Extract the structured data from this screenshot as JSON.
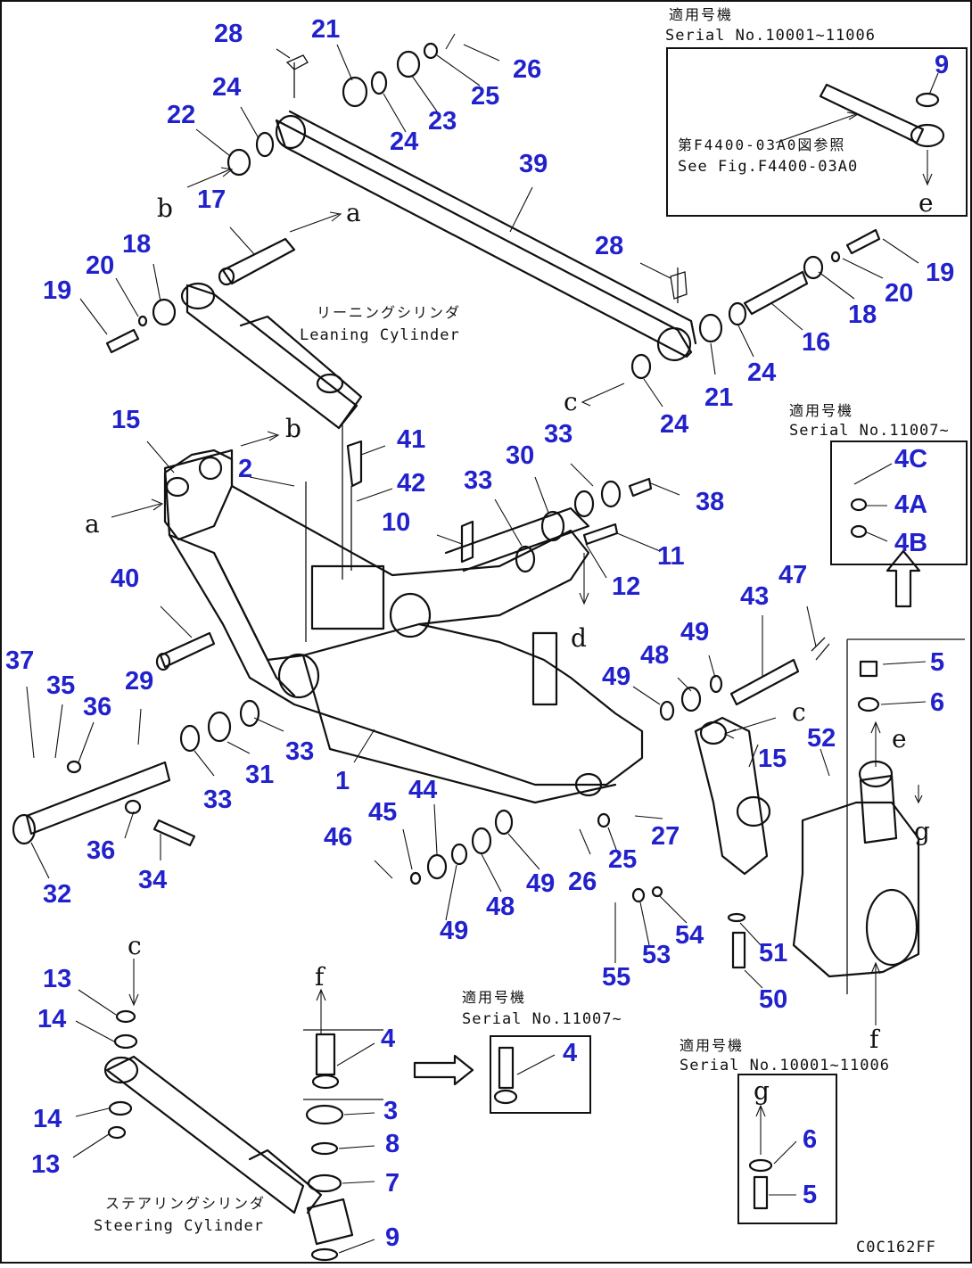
{
  "figure_code": "C0C162FF",
  "names": {
    "leaning_cylinder_jp": "リーニングシリンダ",
    "leaning_cylinder_en": "Leaning Cylinder",
    "steering_cylinder_jp": "ステアリングシリンダ",
    "steering_cylinder_en": "Steering Cylinder"
  },
  "serial_notes": {
    "top_right_jp": "適用号機",
    "top_right_en": "Serial No.10001~11006",
    "see_fig_jp": "第F4400-03A0図参照",
    "see_fig_en": "See Fig.F4400-03A0",
    "right_mid_jp": "適用号機",
    "right_mid_en": "Serial No.11007~",
    "bottom_mid_jp": "適用号機",
    "bottom_mid_en": "Serial No.11007~",
    "bottom_right_jp": "適用号機",
    "bottom_right_en": "Serial No.10001~11006"
  },
  "arrow_letters": {
    "a": "a",
    "b": "b",
    "c": "c",
    "d": "d",
    "e": "e",
    "f": "f",
    "g": "g"
  },
  "callouts": [
    "28",
    "21",
    "26",
    "25",
    "23",
    "24",
    "24",
    "22",
    "39",
    "17",
    "18",
    "20",
    "19",
    "28",
    "19",
    "20",
    "18",
    "16",
    "21",
    "24",
    "24",
    "15",
    "2",
    "41",
    "42",
    "33",
    "30",
    "33",
    "38",
    "10",
    "11",
    "12",
    "40",
    "43",
    "47",
    "49",
    "48",
    "49",
    "5",
    "6",
    "37",
    "35",
    "36",
    "29",
    "33",
    "31",
    "33",
    "1",
    "15",
    "52",
    "27",
    "25",
    "26",
    "44",
    "45",
    "46",
    "49",
    "48",
    "49",
    "36",
    "34",
    "32",
    "53",
    "54",
    "51",
    "55",
    "50",
    "13",
    "14",
    "14",
    "13",
    "4",
    "3",
    "8",
    "7",
    "9",
    "4",
    "6",
    "5",
    "9",
    "4C",
    "4A",
    "4B"
  ]
}
